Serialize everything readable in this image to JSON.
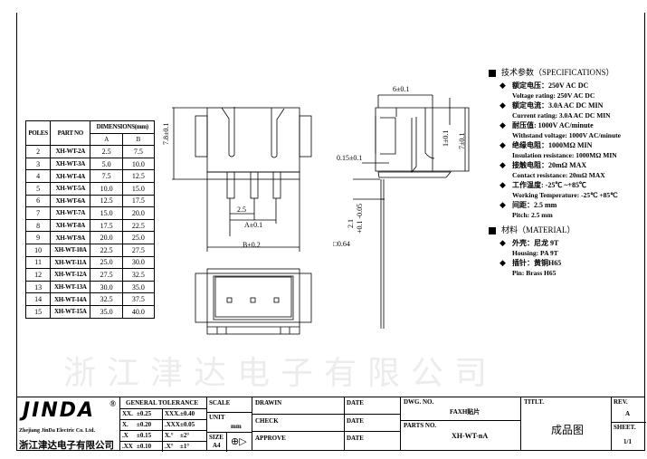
{
  "watermark": "浙江津达电子有限公司",
  "table": {
    "headers": {
      "poles": "POLES",
      "part_no": "PART NO",
      "dimensions": "DIMENSIONS(mm)",
      "a": "A",
      "b": "B"
    },
    "rows": [
      {
        "poles": "2",
        "part": "XH-WT-2A",
        "a": "2.5",
        "b": "7.5"
      },
      {
        "poles": "3",
        "part": "XH-WT-3A",
        "a": "5.0",
        "b": "10.0"
      },
      {
        "poles": "4",
        "part": "XH-WT-4A",
        "a": "7.5",
        "b": "12.5"
      },
      {
        "poles": "5",
        "part": "XH-WT-5A",
        "a": "10.0",
        "b": "15.0"
      },
      {
        "poles": "6",
        "part": "XH-WT-6A",
        "a": "12.5",
        "b": "17.5"
      },
      {
        "poles": "7",
        "part": "XH-WT-7A",
        "a": "15.0",
        "b": "20.0"
      },
      {
        "poles": "8",
        "part": "XH-WT-8A",
        "a": "17.5",
        "b": "22.5"
      },
      {
        "poles": "9",
        "part": "XH-WT-9A",
        "a": "20.0",
        "b": "25.0"
      },
      {
        "poles": "10",
        "part": "XH-WT-10A",
        "a": "22.5",
        "b": "27.5"
      },
      {
        "poles": "11",
        "part": "XH-WT-11A",
        "a": "25.0",
        "b": "30.0"
      },
      {
        "poles": "12",
        "part": "XH-WT-12A",
        "a": "27.5",
        "b": "32.5"
      },
      {
        "poles": "13",
        "part": "XH-WT-13A",
        "a": "30.0",
        "b": "35.0"
      },
      {
        "poles": "14",
        "part": "XH-WT-14A",
        "a": "32.5",
        "b": "37.5"
      },
      {
        "poles": "15",
        "part": "XH-WT-15A",
        "a": "35.0",
        "b": "40.0"
      }
    ]
  },
  "dims": {
    "height": "7.8±0.1",
    "pitch": "2.5",
    "a": "A±0.1",
    "b": "B±0.2",
    "width": "6±0.1",
    "h1": "1±0.1",
    "h7": "7±0.1",
    "offset": "0.15±0.1",
    "pin_len": "2.1",
    "pin_tol": "+0.1 -0.05",
    "pin_sq": "□0.64"
  },
  "specs": {
    "title": "技术参数（SPECIFICATIONS）",
    "items": [
      {
        "cn": "额定电压：250V AC DC",
        "en": "Voltage rating: 250V AC DC"
      },
      {
        "cn": "额定电流：3.0A AC DC  MIN",
        "en": "Current rating: 3.0A  AC DC  MIN"
      },
      {
        "cn": "耐压值: 1000V AC/minute",
        "en": "Withstand voltage: 1000V AC/minute"
      },
      {
        "cn": "绝缘电阻：1000MΩ  MIN",
        "en": "Insulation resistance: 1000MΩ  MIN"
      },
      {
        "cn": "接触电阻：20mΩ  MAX",
        "en": "Contact resistance:  20mΩ  MAX"
      },
      {
        "cn": "工作温度: -25℃ ~+85℃",
        "en": "Working Temperature: -25℃  +85℃"
      },
      {
        "cn": "间距：2.5 mm",
        "en": "Pitch: 2.5 mm"
      }
    ],
    "material_title": "材料（MATERIAL）",
    "materials": [
      {
        "cn": "外壳：尼龙 9T",
        "en": "Housing:  PA 9T"
      },
      {
        "cn": "插针：黄铜H65",
        "en": "Pin: Brass H65"
      }
    ]
  },
  "title_block": {
    "logo": "JINDA",
    "company_en": "Zhejiang JinDa Electric Co. Ltd.",
    "company_cn": "浙江津达电子有限公司",
    "tolerance_title": "GENERAL  TOLERANCE",
    "tol": [
      [
        "XX.",
        "±0.25",
        "XXX.",
        "±0.40"
      ],
      [
        "X.",
        "±0.20",
        ".XXX",
        "±0.05"
      ],
      [
        ".X",
        "±0.15",
        "X.°",
        "±2°"
      ],
      [
        ".XX",
        "±0.10",
        ".X°",
        "±1°"
      ]
    ],
    "scale": "SCALE",
    "unit": "UNIT",
    "unit_val": "mm",
    "size": "SIZE",
    "size_val": "A4",
    "drawn": "DRAWIN",
    "check": "CHECK",
    "approve": "APPROVE",
    "date": "DATE",
    "dwg_no": "DWG.  NO.",
    "dwg_val": "FAXH贴片",
    "parts_no": "PARTS  NO.",
    "parts_val": "XH-WT-nA",
    "title": "TITLT.",
    "title_val": "成品图",
    "rev": "REV.",
    "rev_val": "A",
    "sheet": "SHEET.",
    "sheet_val": "1/1"
  }
}
